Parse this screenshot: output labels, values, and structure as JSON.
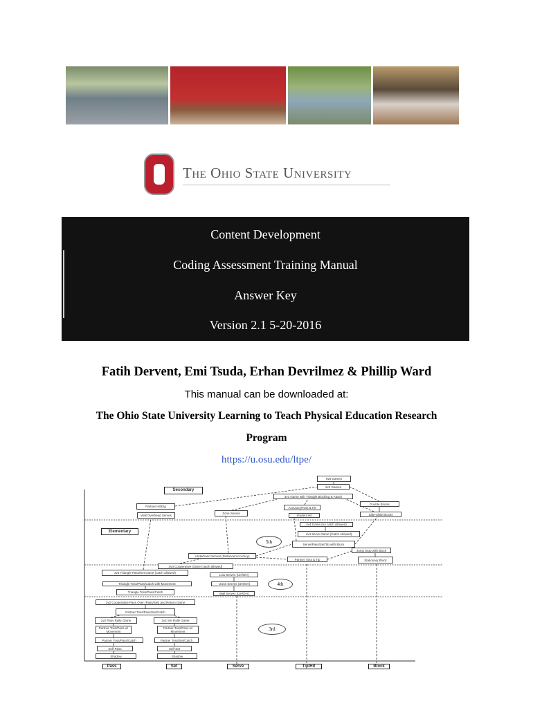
{
  "header_photos": [
    "volleyball-class-photo-1",
    "volleyball-class-photo-2",
    "volleyball-class-photo-3",
    "volleyball-class-photo-4"
  ],
  "logo": {
    "text": "The Ohio State University",
    "brand_color": "#bb1f2d"
  },
  "banner": {
    "line1": "Content Development",
    "line2": "Coding Assessment Training Manual",
    "line3": "Answer Key",
    "line4": "Version 2.1  5-20-2016"
  },
  "authors": "Fatih Dervent, Emi Tsuda, Erhan Devrilmez & Phillip Ward",
  "download_note": "This manual can be downloaded at:",
  "program_line1": "The Ohio State University Learning to Teach Physical Education Research",
  "program_line2": "Program",
  "link": "https://u.osu.edu/ltpe/",
  "link_color": "#2b57c8",
  "diagram": {
    "levels": {
      "secondary": "Secondary",
      "elementary": "Elementary"
    },
    "grades": {
      "fifth": "5th",
      "fourth": "4th",
      "third": "3rd"
    },
    "skills": [
      "Pass",
      "Set",
      "Serve",
      "Tip/Hit",
      "Block"
    ],
    "boxes": [
      "6v6 Games",
      "2v2 Games",
      "3v3 Game with Triangle Blocking & Attack",
      "Partner Hit/Dig",
      "Double Blocks",
      "Accuracy/Toss & Hit",
      "Zone Serves",
      "Wall Overhead Serves",
      "Student Hit",
      "Side-Slide Blocks",
      "4v4 Game (no catch allowed)",
      "4v4 Serve Game (Catch Allowed)",
      "Serve/Pass/Set/Tip with Block",
      "Jump Stop with Block",
      "Underhand Serves (Distance/Accuracy)",
      "Partner Toss & Tip",
      "Stationary Block",
      "3v3 Cooperative Game (catch allowed)",
      "3v3 Triangle Pass/Set Game (catch allowed)",
      "Low Serves (UH/OH)",
      "Triangle Toss/Pass/Catch with Movement",
      "Zone Serves (UH/OH)",
      "Triangle Toss/Pass/Catch",
      "Wall Serves (UH/OH)",
      "2v2 Cooperative Pass Over (Pass/Set) and Return Game",
      "Partner Toss/Pass/Set/Catch",
      "2v2 Pass Rally Game",
      "2v2 Set Rally Game",
      "Partner Toss/Pass w/ Movement",
      "Partner Toss/Pass w/ Movement",
      "Partner Toss/Pass/Catch",
      "Partner Toss/Set/Catch",
      "Self-Pass",
      "Self-Set",
      "Shadow",
      "Shadow"
    ]
  }
}
